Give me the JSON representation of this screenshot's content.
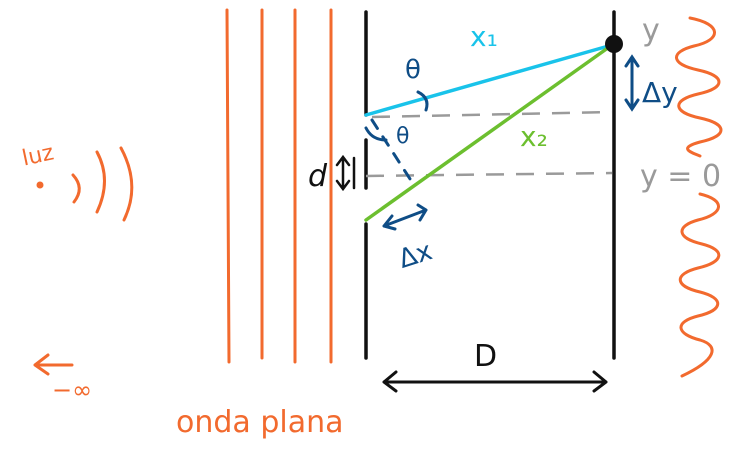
{
  "colors": {
    "orange": "#f26a2e",
    "black": "#111111",
    "cyan": "#19c3ea",
    "green": "#6cbf2f",
    "navy": "#0f4d86",
    "gray": "#9a9a9a",
    "white": "#ffffff"
  },
  "labels": {
    "luz": "luz",
    "minus_infinity": "−∞",
    "onda_plana": "onda plana",
    "d": "d",
    "x1": "x₁",
    "x2": "x₂",
    "theta_top": "θ",
    "theta_mid": "θ",
    "delta_x": "Δx",
    "delta_y": "Δy",
    "y": "y",
    "y_zero": "y = 0",
    "D": "D"
  }
}
